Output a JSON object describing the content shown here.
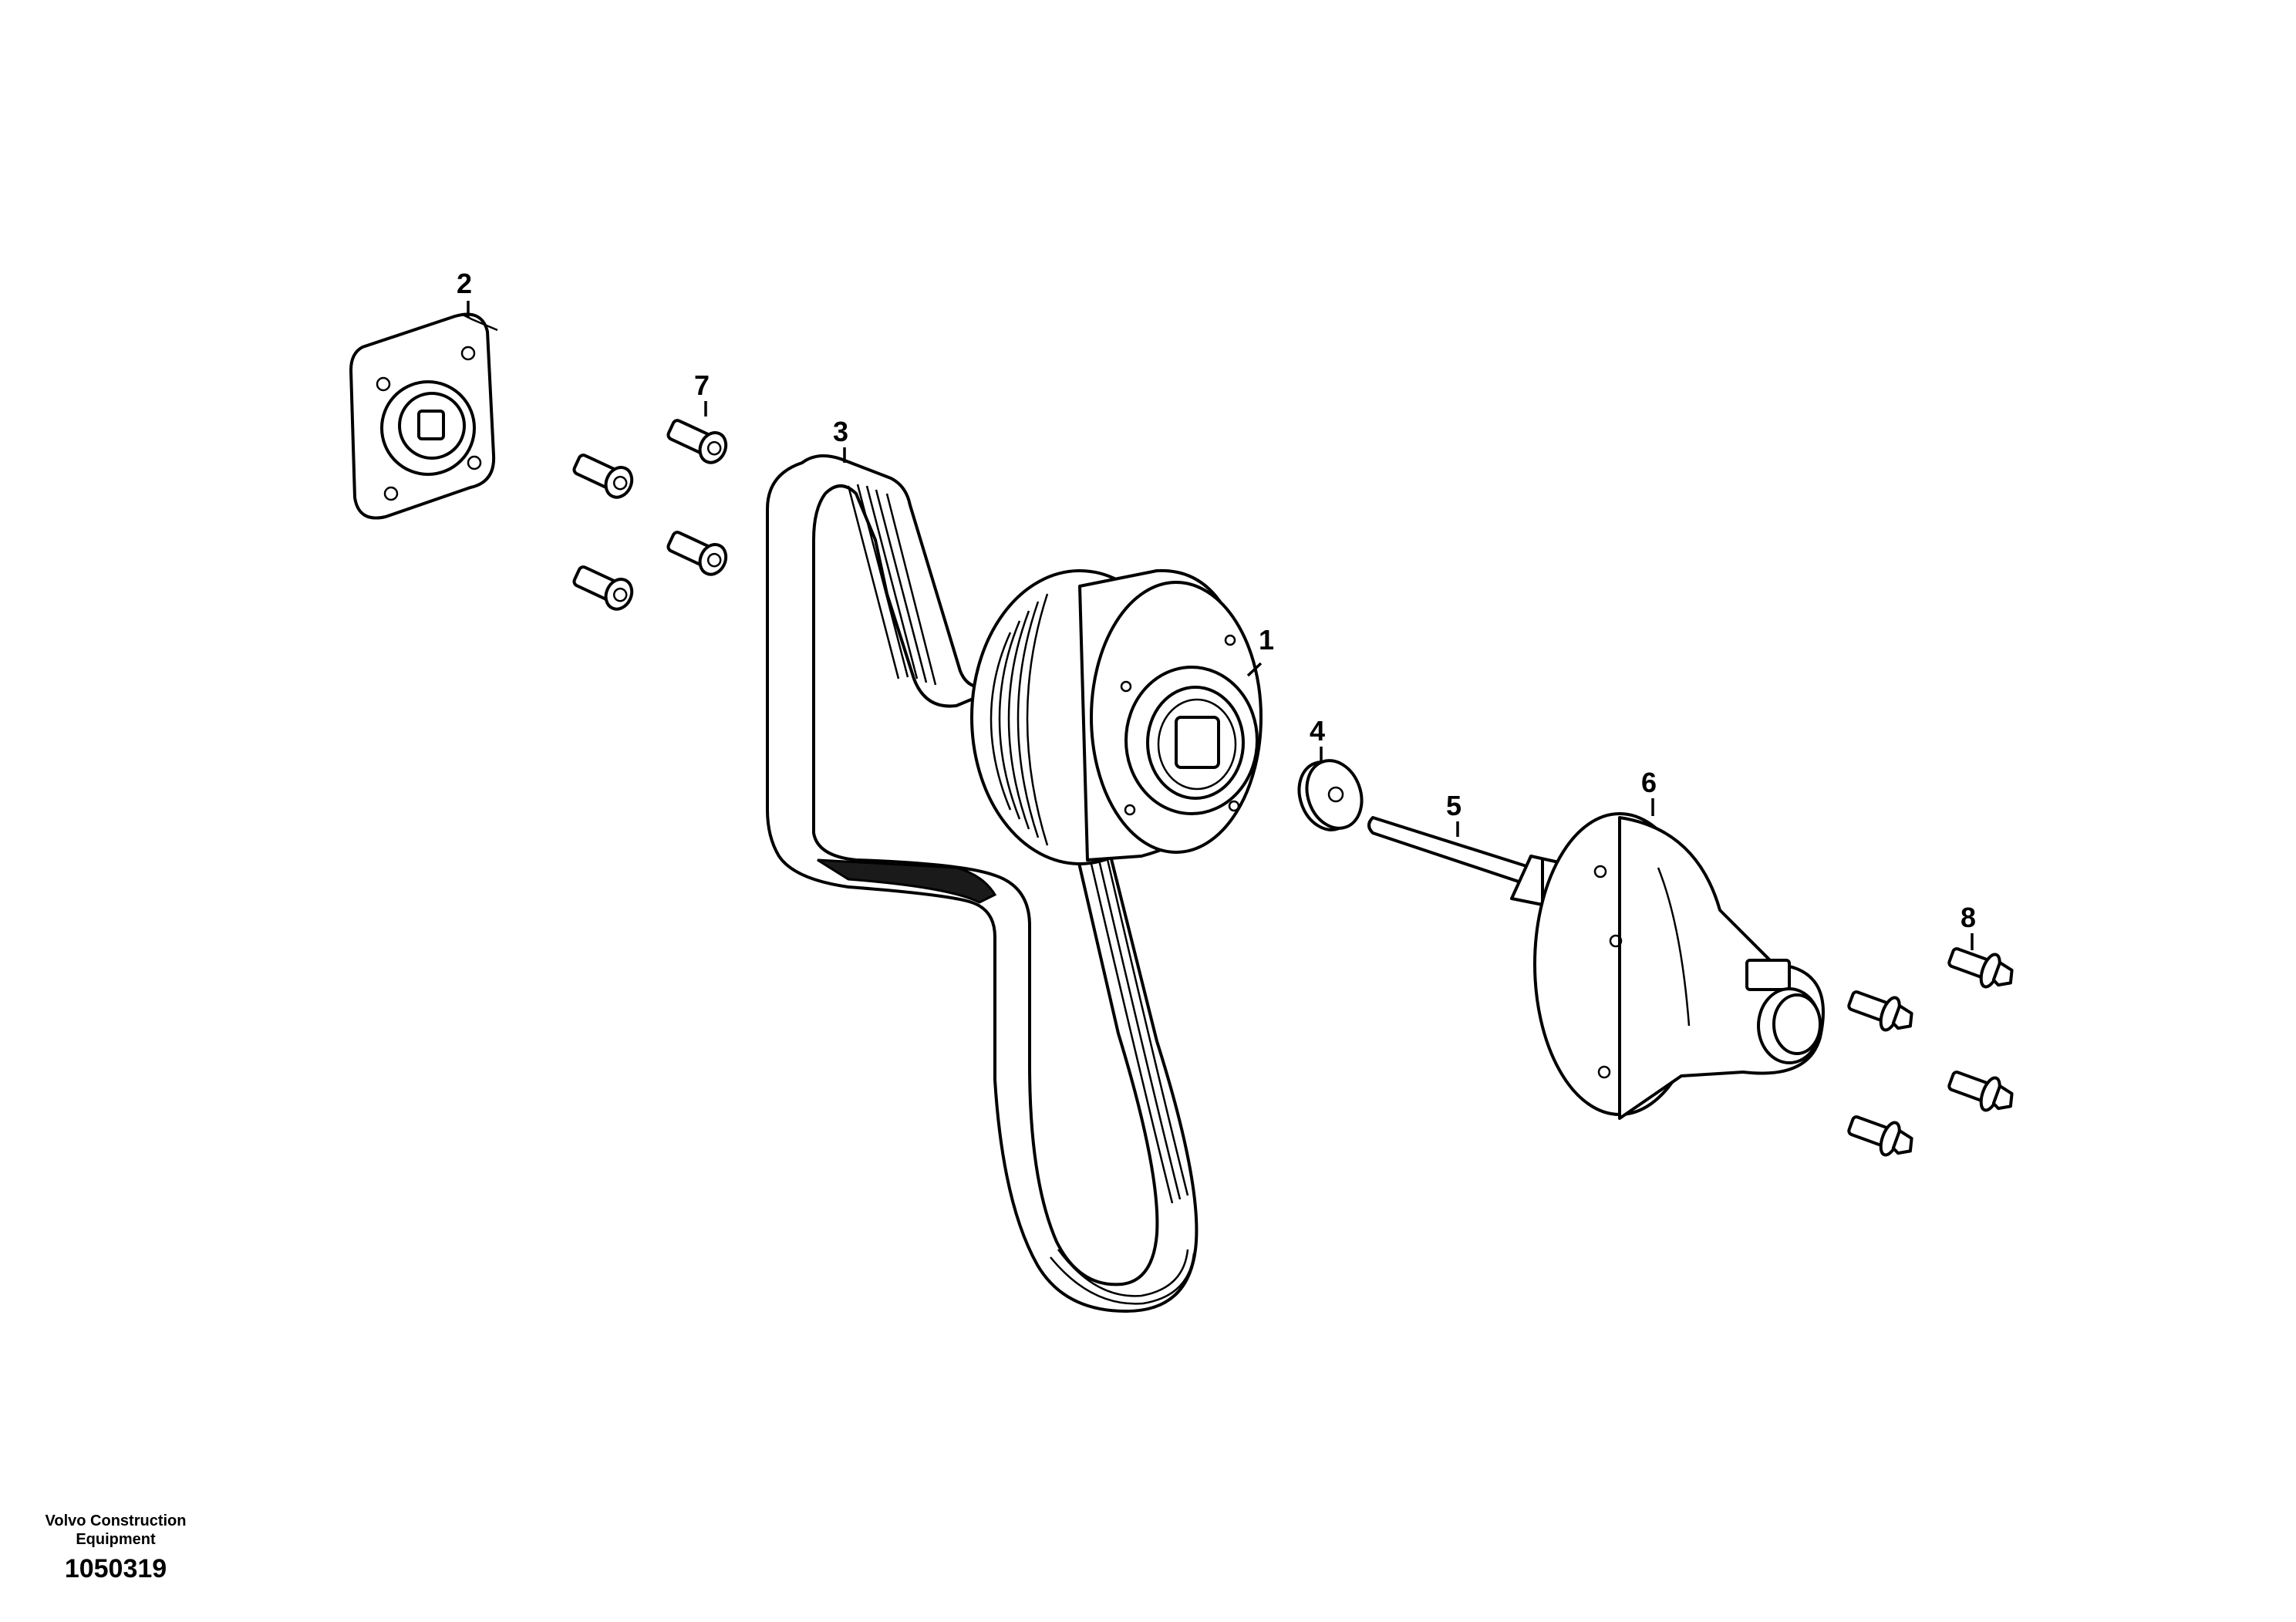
{
  "callouts": {
    "item_1": "1",
    "item_2": "2",
    "item_3": "3",
    "item_4": "4",
    "item_5": "5",
    "item_6": "6",
    "item_7": "7",
    "item_8": "8"
  },
  "footer": {
    "brand_line1": "Volvo Construction",
    "brand_line2": "Equipment",
    "drawing_number": "1050319"
  },
  "colors": {
    "line": "#000000",
    "background": "#ffffff"
  }
}
